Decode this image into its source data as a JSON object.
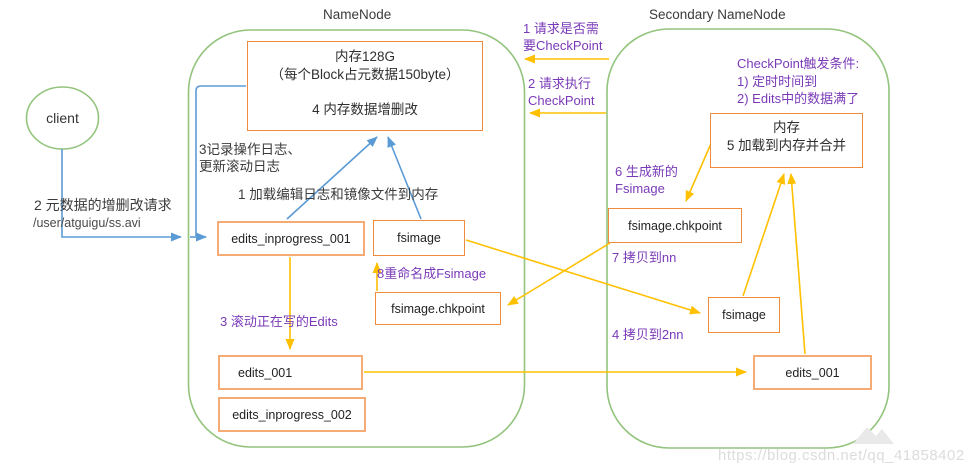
{
  "titles": {
    "namenode": "NameNode",
    "secondary_namenode": "Secondary NameNode"
  },
  "client": {
    "label": "client",
    "request_line1": "2 元数据的增删改请求",
    "request_path": "/user/atguigu/ss.avi"
  },
  "namenode": {
    "memory_box": {
      "line1": "内存128G",
      "line2": "（每个Block占元数据150byte）",
      "line3": "4 内存数据增删改"
    },
    "edits_inprogress_001": "edits_inprogress_001",
    "fsimage": "fsimage",
    "fsimage_chkpoint": "fsimage.chkpoint",
    "edits_001": "edits_001",
    "edits_inprogress_002": "edits_inprogress_002",
    "label_record_line1": "3记录操作日志、",
    "label_record_line2": "更新滚动日志",
    "label_load": "1 加载编辑日志和镜像文件到内存",
    "label_rename": "8重命名成Fsimage",
    "label_roll": "3 滚动正在写的Edits"
  },
  "secondary": {
    "memory_box": {
      "line1": "内存",
      "line2": "5 加载到内存并合并"
    },
    "trigger_title": "CheckPoint触发条件:",
    "trigger_item1": "1) 定时时间到",
    "trigger_item2": "2) Edits中的数据满了",
    "fsimage_chkpoint": "fsimage.chkpoint",
    "fsimage": "fsimage",
    "edits_001": "edits_001",
    "label_generate_line1": "6 生成新的",
    "label_generate_line2": "Fsimage",
    "label_copy_nn": "7 拷贝到nn",
    "label_copy_2nn": "4 拷贝到2nn"
  },
  "messages": {
    "request_check_line1": "1 请求是否需",
    "request_check_line2": "要CheckPoint",
    "request_exec_line1": "2 请求执行",
    "request_exec_line2": "CheckPoint"
  },
  "watermark": "https://blog.csdn.net/qq_41858402",
  "colors": {
    "container_green": "#93c47d",
    "box_orange": "#ed8c3e",
    "box_orange_light": "#f5ab76",
    "arrow_gold": "#ffc000",
    "arrow_blue": "#5b9bd5",
    "text_purple": "#7a3ab8",
    "text_black": "#3b3b3b",
    "watermark_gray": "#dcdcdc"
  }
}
